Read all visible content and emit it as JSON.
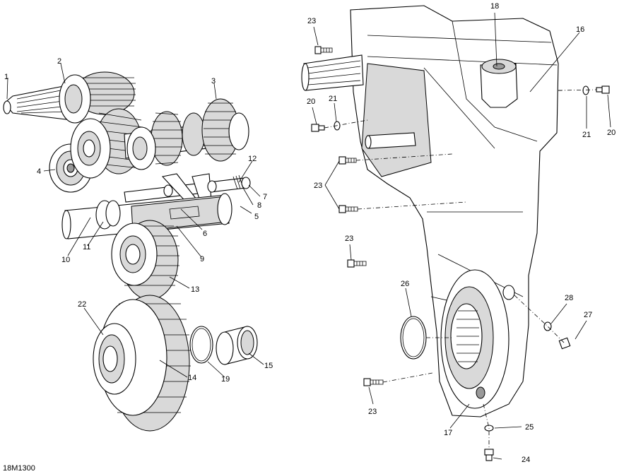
{
  "figure_ref": "18M1300",
  "callouts": [
    {
      "id": "c1",
      "text": "1"
    },
    {
      "id": "c2",
      "text": "2"
    },
    {
      "id": "c3",
      "text": "3"
    },
    {
      "id": "c4",
      "text": "4"
    },
    {
      "id": "c5",
      "text": "5"
    },
    {
      "id": "c6",
      "text": "6"
    },
    {
      "id": "c7",
      "text": "7"
    },
    {
      "id": "c8",
      "text": "8"
    },
    {
      "id": "c9",
      "text": "9"
    },
    {
      "id": "c10",
      "text": "10"
    },
    {
      "id": "c11",
      "text": "11"
    },
    {
      "id": "c12",
      "text": "12"
    },
    {
      "id": "c13",
      "text": "13"
    },
    {
      "id": "c14",
      "text": "14"
    },
    {
      "id": "c15",
      "text": "15"
    },
    {
      "id": "c16",
      "text": "16"
    },
    {
      "id": "c17",
      "text": "17"
    },
    {
      "id": "c18",
      "text": "18"
    },
    {
      "id": "c19",
      "text": "19"
    },
    {
      "id": "c20a",
      "text": "20"
    },
    {
      "id": "c20b",
      "text": "20"
    },
    {
      "id": "c21a",
      "text": "21"
    },
    {
      "id": "c21b",
      "text": "21"
    },
    {
      "id": "c22",
      "text": "22"
    },
    {
      "id": "c23a",
      "text": "23"
    },
    {
      "id": "c23b",
      "text": "23"
    },
    {
      "id": "c23c",
      "text": "23"
    },
    {
      "id": "c23d",
      "text": "23"
    },
    {
      "id": "c24",
      "text": "24"
    },
    {
      "id": "c25",
      "text": "25"
    },
    {
      "id": "c26",
      "text": "26"
    },
    {
      "id": "c27",
      "text": "27"
    },
    {
      "id": "c28",
      "text": "28"
    }
  ]
}
